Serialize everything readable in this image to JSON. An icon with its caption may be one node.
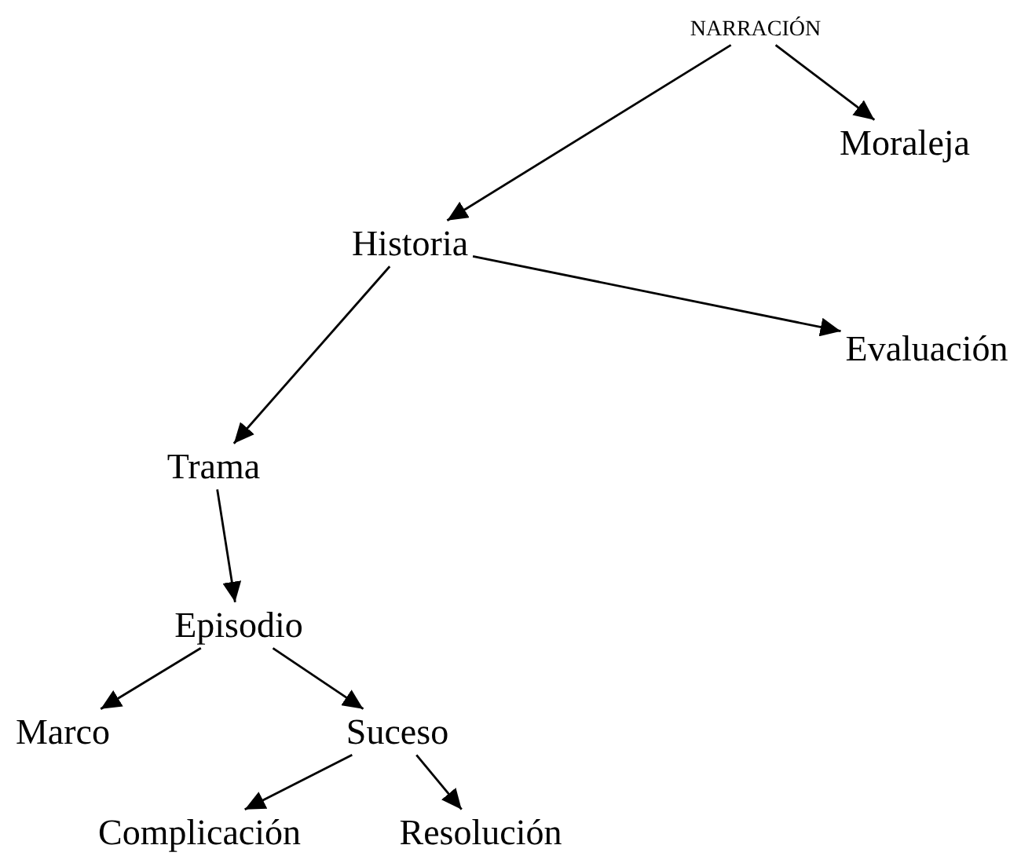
{
  "diagram": {
    "nodes": [
      {
        "text": [
          "NARRACIÓN"
        ]
      },
      {
        "text": [
          "Moraleja"
        ]
      },
      {
        "text": [
          "Historia"
        ]
      },
      {
        "text": [
          "Evaluación"
        ]
      },
      {
        "text": [
          "Trama"
        ]
      },
      {
        "text": [
          "Episodio"
        ]
      },
      {
        "text": [
          "Marco"
        ]
      },
      {
        "text": [
          "Suceso"
        ]
      },
      {
        "text": [
          "Complicación"
        ]
      },
      {
        "text": [
          "Resolución"
        ]
      }
    ],
    "edges": [
      {
        "from": 0,
        "to": 2,
        "arrow": "to"
      },
      {
        "from": 0,
        "to": 1,
        "arrow": "to"
      },
      {
        "from": 2,
        "to": 4,
        "arrow": "to"
      },
      {
        "from": 2,
        "to": 3,
        "arrow": "to"
      },
      {
        "from": 4,
        "to": 5,
        "arrow": "to"
      },
      {
        "from": 5,
        "to": 6,
        "arrow": "to"
      },
      {
        "from": 5,
        "to": 7,
        "arrow": "to"
      },
      {
        "from": 7,
        "to": 8,
        "arrow": "to"
      },
      {
        "from": 7,
        "to": 9,
        "arrow": "to"
      }
    ]
  }
}
